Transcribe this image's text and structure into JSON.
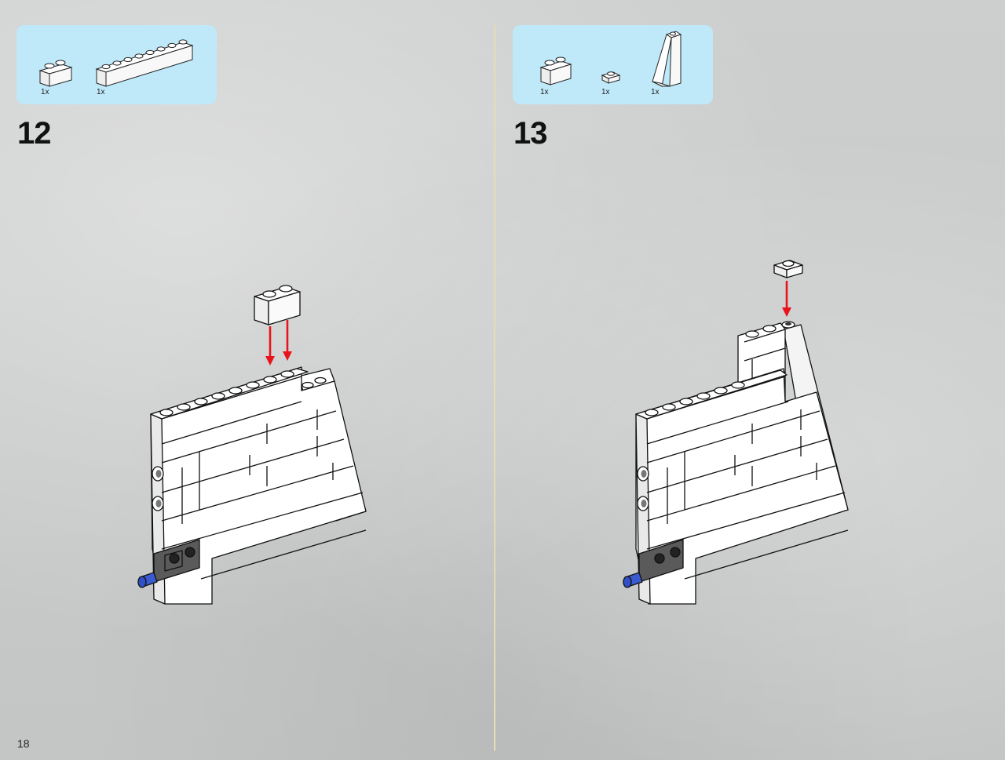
{
  "page": {
    "number": "18"
  },
  "steps": [
    {
      "number": "12",
      "parts": [
        {
          "qty": "1x",
          "icon": "brick-1x2-white"
        },
        {
          "qty": "1x",
          "icon": "brick-1x8-white"
        }
      ]
    },
    {
      "number": "13",
      "parts": [
        {
          "qty": "1x",
          "icon": "brick-1x2-white"
        },
        {
          "qty": "1x",
          "icon": "plate-1x1-white"
        },
        {
          "qty": "1x",
          "icon": "slope-brick-white"
        }
      ]
    }
  ],
  "colors": {
    "panel": "#bfe9f9",
    "brick": "#ffffff",
    "outline": "#111111",
    "arrow": "#e8141b",
    "pin": "#3050c8",
    "dark-brick": "#555555"
  }
}
